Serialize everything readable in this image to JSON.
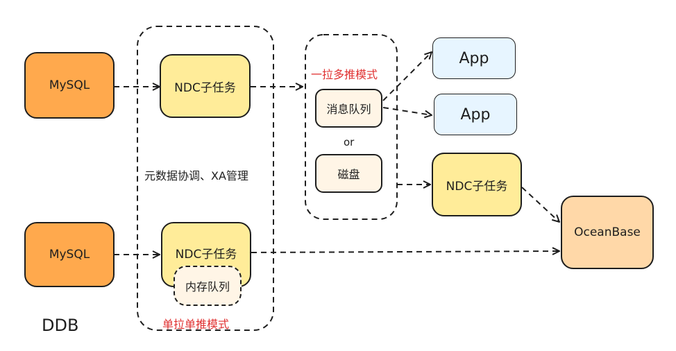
{
  "colors": {
    "mysql": "#ffa94d",
    "ndc": "#ffec99",
    "queue": "#fff5e6",
    "app": "#e7f5ff",
    "oceanbase": "#ffd8a8",
    "mode_label": "#e03131"
  },
  "nodes": {
    "mysql_top": "MySQL",
    "mysql_bottom": "MySQL",
    "ndc_top": "NDC子任务",
    "ndc_bottom": "NDC子任务",
    "ndc_right": "NDC子任务",
    "message_queue": "消息队列",
    "disk": "磁盘",
    "memory_queue": "内存队列",
    "app_1": "App",
    "app_2": "App",
    "oceanbase": "OceanBase"
  },
  "labels": {
    "metadata": "元数据协调、XA管理",
    "one_pull_multi_push": "一拉多推模式",
    "or": "or",
    "single_pull_single_push": "单拉单推模式",
    "ddb": "DDB"
  }
}
